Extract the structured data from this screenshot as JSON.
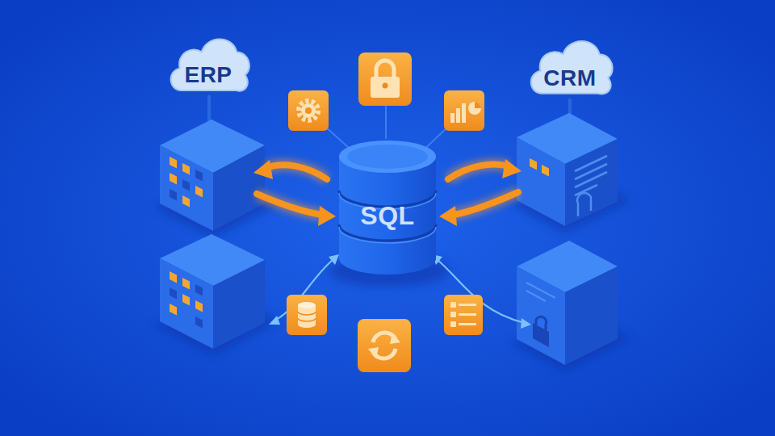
{
  "diagram": {
    "nodes": [
      {
        "text": [
          "ERP"
        ]
      },
      {
        "text": [
          "CRM"
        ]
      },
      {
        "text": [
          "SQL"
        ]
      }
    ]
  }
}
